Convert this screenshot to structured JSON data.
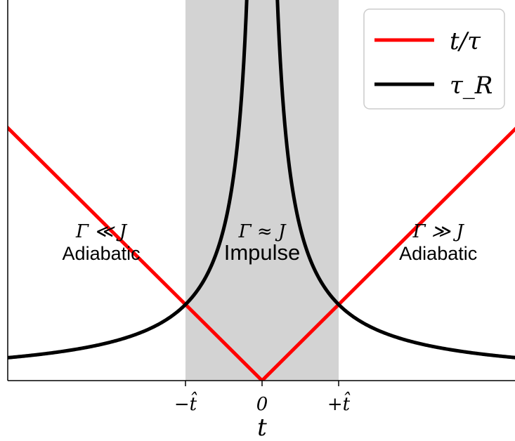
{
  "chart_data": {
    "type": "line",
    "xlabel": "t",
    "ylabel": "",
    "x_ticks": [
      {
        "value": -1,
        "label": "−t̂"
      },
      {
        "value": 0,
        "label": "0"
      },
      {
        "value": 1,
        "label": "+t̂"
      }
    ],
    "xlim": [
      -3.4,
      3.4
    ],
    "ylim": [
      0,
      5
    ],
    "grid": false,
    "legend": "top-right",
    "shaded_region": {
      "x": [
        -1,
        1
      ],
      "color": "#d3d3d3"
    },
    "series": [
      {
        "name": "t/τ",
        "color": "#ff0000",
        "function": "abs(t)"
      },
      {
        "name": "τ_R",
        "color": "#000000",
        "function": "1/abs(t)"
      }
    ],
    "regions": [
      {
        "condition": "Γ ≪ J",
        "label": "Adiabatic",
        "x": -2.1
      },
      {
        "condition": "Γ ≈ J",
        "label": "Impulse",
        "x": 0
      },
      {
        "condition": "Γ ≫ J",
        "label": "Adiabatic",
        "x": 2.3
      }
    ]
  }
}
